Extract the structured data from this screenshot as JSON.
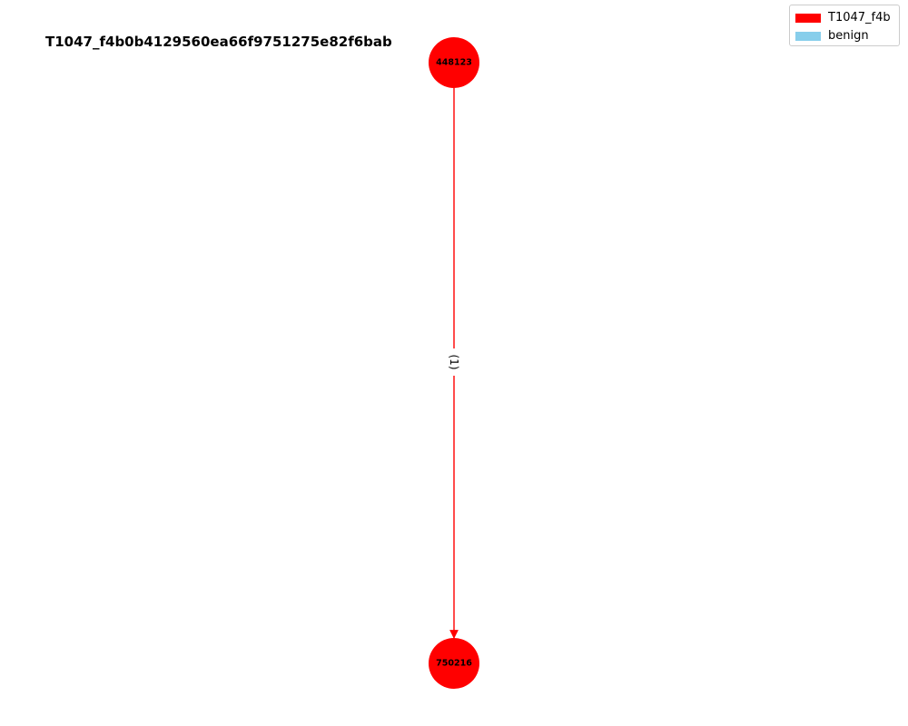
{
  "title": "T1047_f4b0b4129560ea66f9751275e82f6bab",
  "legend": {
    "items": [
      {
        "label": "T1047_f4b",
        "color": "#ff0000"
      },
      {
        "label": "benign",
        "color": "#87ceeb"
      }
    ]
  },
  "nodes": [
    {
      "id": "448123",
      "label": "448123",
      "color": "#ff0000"
    },
    {
      "id": "750216",
      "label": "750216",
      "color": "#ff0000"
    }
  ],
  "edges": [
    {
      "source": "448123",
      "target": "750216",
      "label": "(1)",
      "color": "#ff0000"
    }
  ]
}
